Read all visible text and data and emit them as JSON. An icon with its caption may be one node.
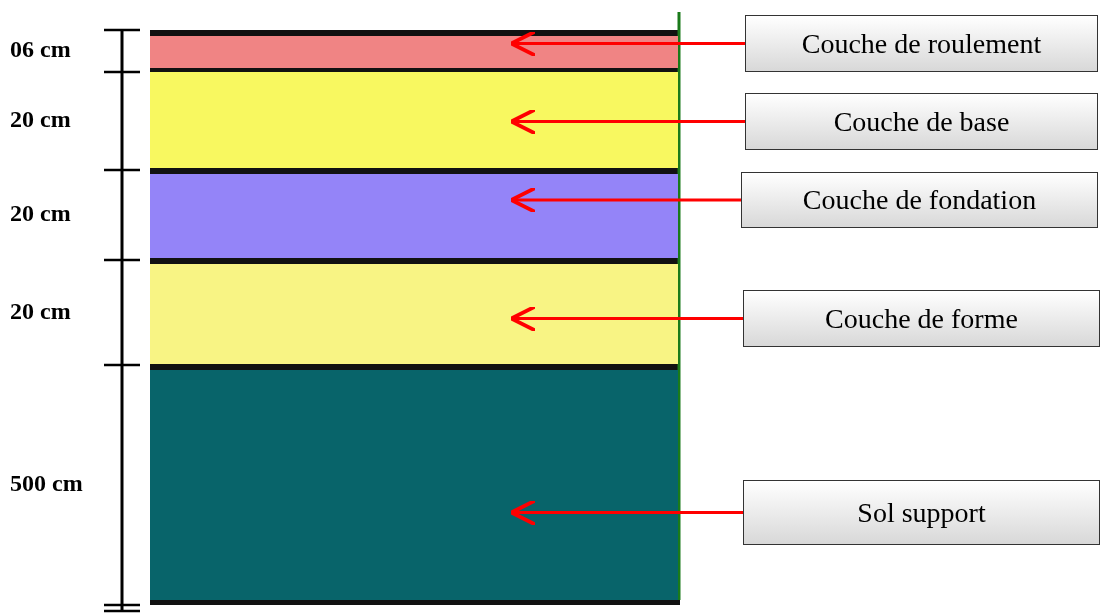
{
  "diagram": {
    "nodes": [
      {
        "text": [],
        "shape": "bar"
      },
      {
        "text": [],
        "shape": "bar"
      },
      {
        "text": [],
        "shape": "bar"
      },
      {
        "text": [],
        "shape": "bar"
      },
      {
        "text": [],
        "shape": "bar"
      },
      {
        "text": [
          "Couche de roulement"
        ]
      },
      {
        "text": [
          "Couche de base"
        ]
      },
      {
        "text": [
          "Couche de fondation"
        ]
      },
      {
        "text": [
          "Couche de forme"
        ]
      },
      {
        "text": [
          "Sol support"
        ]
      }
    ],
    "edges": [
      {
        "from": 5,
        "to": 0,
        "arrow": "to",
        "color": "#ff0000"
      },
      {
        "from": 6,
        "to": 1,
        "arrow": "to",
        "color": "#ff0000"
      },
      {
        "from": 7,
        "to": 2,
        "arrow": "to",
        "color": "#ff0000"
      },
      {
        "from": 8,
        "to": 3,
        "arrow": "to",
        "color": "#ff0000"
      },
      {
        "from": 9,
        "to": 4,
        "arrow": "to",
        "color": "#ff0000"
      }
    ],
    "labels": [
      "06 cm",
      "20 cm",
      "20 cm",
      "20 cm",
      "500 cm"
    ]
  }
}
